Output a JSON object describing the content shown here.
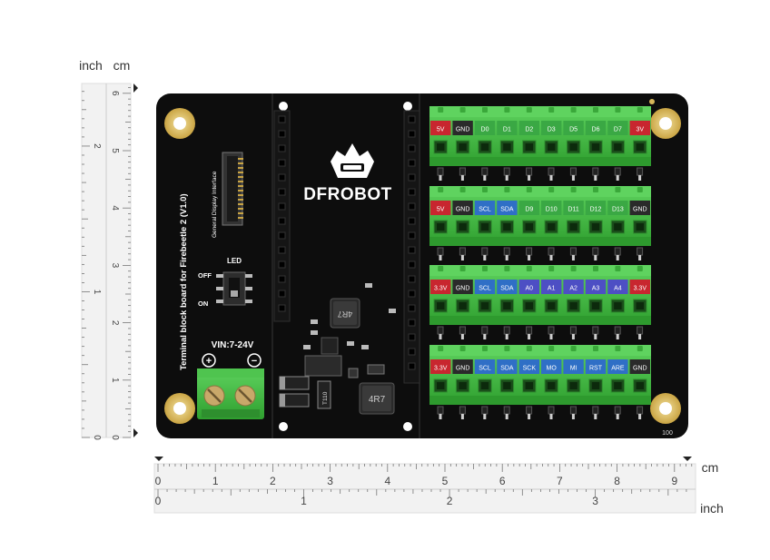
{
  "ruler_vertical": {
    "unit_left": "inch",
    "unit_right": "cm",
    "inch_ticks": [
      "0",
      "1",
      "2"
    ],
    "cm_ticks": [
      "0",
      "1",
      "2",
      "3",
      "4",
      "5",
      "6"
    ]
  },
  "ruler_horizontal": {
    "unit_top": "cm",
    "unit_bottom": "inch",
    "cm_ticks": [
      "0",
      "1",
      "2",
      "3",
      "4",
      "5",
      "6",
      "7",
      "8",
      "9"
    ],
    "inch_ticks": [
      "0",
      "1",
      "2",
      "3"
    ]
  },
  "board": {
    "brand": "DFROBOT",
    "title": "Terminal block board for Firebeetle 2 (V1.0)",
    "display_interface_label": "General Display Interface",
    "led_label": "LED",
    "off_label": "OFF",
    "on_label": "ON",
    "vin_label": "VIN:7-24V",
    "plus_symbol": "+",
    "minus_symbol": "−",
    "inductor_small": "4R7",
    "inductor_large": "4R7",
    "diode_label": "T110",
    "serial": "100"
  },
  "pin_rows": [
    [
      {
        "label": "5V",
        "color": "red"
      },
      {
        "label": "GND",
        "color": "gray"
      },
      {
        "label": "D0",
        "color": "green"
      },
      {
        "label": "D1",
        "color": "green"
      },
      {
        "label": "D2",
        "color": "green"
      },
      {
        "label": "D3",
        "color": "green"
      },
      {
        "label": "D5",
        "color": "green"
      },
      {
        "label": "D6",
        "color": "green"
      },
      {
        "label": "D7",
        "color": "green"
      },
      {
        "label": "3V",
        "color": "red"
      }
    ],
    [
      {
        "label": "5V",
        "color": "red"
      },
      {
        "label": "GND",
        "color": "gray"
      },
      {
        "label": "SCL",
        "color": "blue"
      },
      {
        "label": "SDA",
        "color": "blue"
      },
      {
        "label": "D9",
        "color": "green"
      },
      {
        "label": "D10",
        "color": "green"
      },
      {
        "label": "D11",
        "color": "green"
      },
      {
        "label": "D12",
        "color": "green"
      },
      {
        "label": "D13",
        "color": "green"
      },
      {
        "label": "GND",
        "color": "gray"
      }
    ],
    [
      {
        "label": "3.3V",
        "color": "red"
      },
      {
        "label": "GND",
        "color": "gray"
      },
      {
        "label": "SCL",
        "color": "blue"
      },
      {
        "label": "SDA",
        "color": "blue"
      },
      {
        "label": "A0",
        "color": "purple"
      },
      {
        "label": "A1",
        "color": "purple"
      },
      {
        "label": "A2",
        "color": "purple"
      },
      {
        "label": "A3",
        "color": "purple"
      },
      {
        "label": "A4",
        "color": "purple"
      },
      {
        "label": "3.3V",
        "color": "red"
      }
    ],
    [
      {
        "label": "3.3V",
        "color": "red"
      },
      {
        "label": "GND",
        "color": "gray"
      },
      {
        "label": "SCL",
        "color": "blue"
      },
      {
        "label": "SDA",
        "color": "blue"
      },
      {
        "label": "SCK",
        "color": "blue"
      },
      {
        "label": "MO",
        "color": "blue"
      },
      {
        "label": "MI",
        "color": "blue"
      },
      {
        "label": "RST",
        "color": "blue"
      },
      {
        "label": "ARE",
        "color": "blue"
      },
      {
        "label": "GND",
        "color": "gray"
      }
    ]
  ],
  "colors": {
    "board": "#0d0d0d",
    "terminal_green": "#3dbb3d",
    "label_red": "#c8262f",
    "label_gray": "#2a2a2a",
    "label_green": "#3aa844",
    "label_blue": "#2f6fc6",
    "label_purple": "#4d4fc4",
    "gold": "#d8b85a"
  }
}
